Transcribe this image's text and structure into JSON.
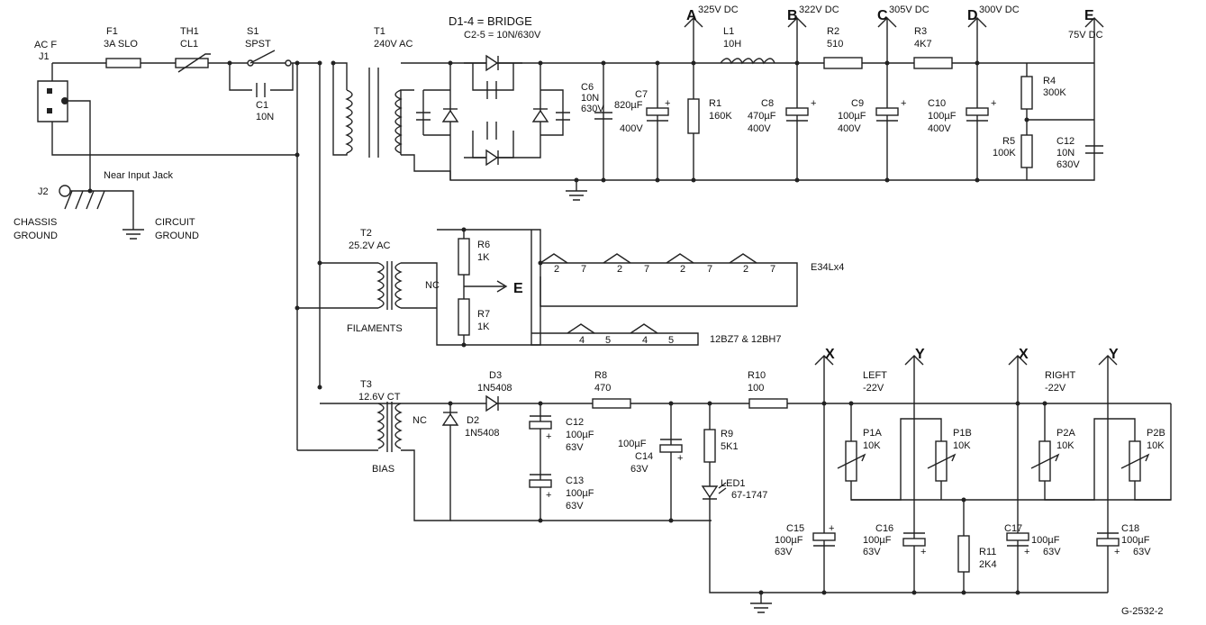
{
  "title": "D1-4 = BRIDGE",
  "subtitle": "C2-5 = 10N/630V",
  "figure_id": "G-2532-2",
  "labels": {
    "acf": "AC F",
    "j1": "J1",
    "f1": "F1",
    "f1v": "3A SLO",
    "th1": "TH1",
    "th1v": "CL1",
    "s1": "S1",
    "s1v": "SPST",
    "c1": "C1",
    "c1v": "10N",
    "t1": "T1",
    "t1v": "240V AC",
    "near": "Near Input Jack",
    "j2": "J2",
    "chassis1": "CHASSIS",
    "chassis2": "GROUND",
    "circuit1": "CIRCUIT",
    "circuit2": "GROUND",
    "c6": "C6",
    "c6v1": "10N",
    "c6v2": "630V",
    "c7": "C7",
    "c7v1": "820µF",
    "c7v2": "400V",
    "r1": "R1",
    "r1v": "160K",
    "l1": "L1",
    "l1v": "10H",
    "c8": "C8",
    "c8v1": "470µF",
    "c8v2": "400V",
    "r2": "R2",
    "r2v": "510",
    "c9": "C9",
    "c9v1": "100µF",
    "c9v2": "400V",
    "r3": "R3",
    "r3v": "4K7",
    "c10": "C10",
    "c10v1": "100µF",
    "c10v2": "400V",
    "r4": "R4",
    "r4v": "300K",
    "r5": "R5",
    "r5v": "100K",
    "c12a": "C12",
    "c12av1": "10N",
    "c12av2": "630V",
    "nodeA": "A",
    "nodeAv": "325V DC",
    "nodeB": "B",
    "nodeBv": "322V DC",
    "nodeC": "C",
    "nodeCv": "305V DC",
    "nodeD": "D",
    "nodeDv": "300V DC",
    "nodeE": "E",
    "nodeEv": "75V DC",
    "t2": "T2",
    "t2v": "25.2V AC",
    "nc": "NC",
    "r6": "R6",
    "r6v": "1K",
    "r7": "R7",
    "r7v": "1K",
    "eTap": "E",
    "filaments": "FILAMENTS",
    "e34": "E34Lx4",
    "bz": "12BZ7 & 12BH7",
    "pin2": "2",
    "pin7": "7",
    "pin4": "4",
    "pin5": "5",
    "t3": "T3",
    "t3v": "12.6V CT",
    "bias": "BIAS",
    "d3": "D3",
    "d3v": "1N5408",
    "d2": "D2",
    "d2v": "1N5408",
    "c12b": "C12",
    "c12bv1": "100µF",
    "c12bv2": "63V",
    "c13": "C13",
    "c13v1": "100µF",
    "c13v2": "63V",
    "r8": "R8",
    "r8v": "470",
    "c14": "C14",
    "c14v1": "100µF",
    "c14v2": "63V",
    "r10": "R10",
    "r10v": "100",
    "r9": "R9",
    "r9v": "5K1",
    "led1": "LED1",
    "led1v": "67-1747",
    "x": "X",
    "y": "Y",
    "left": "LEFT",
    "leftv": "-22V",
    "right": "RIGHT",
    "rightv": "-22V",
    "p1a": "P1A",
    "p1b": "P1B",
    "p2a": "P2A",
    "p2b": "P2B",
    "pv": "10K",
    "c15": "C15",
    "c16": "C16",
    "c17": "C17",
    "c18": "C18",
    "cv1": "100µF",
    "cv2": "63V",
    "r11": "R11",
    "r11v": "2K4",
    "plus": "+"
  }
}
